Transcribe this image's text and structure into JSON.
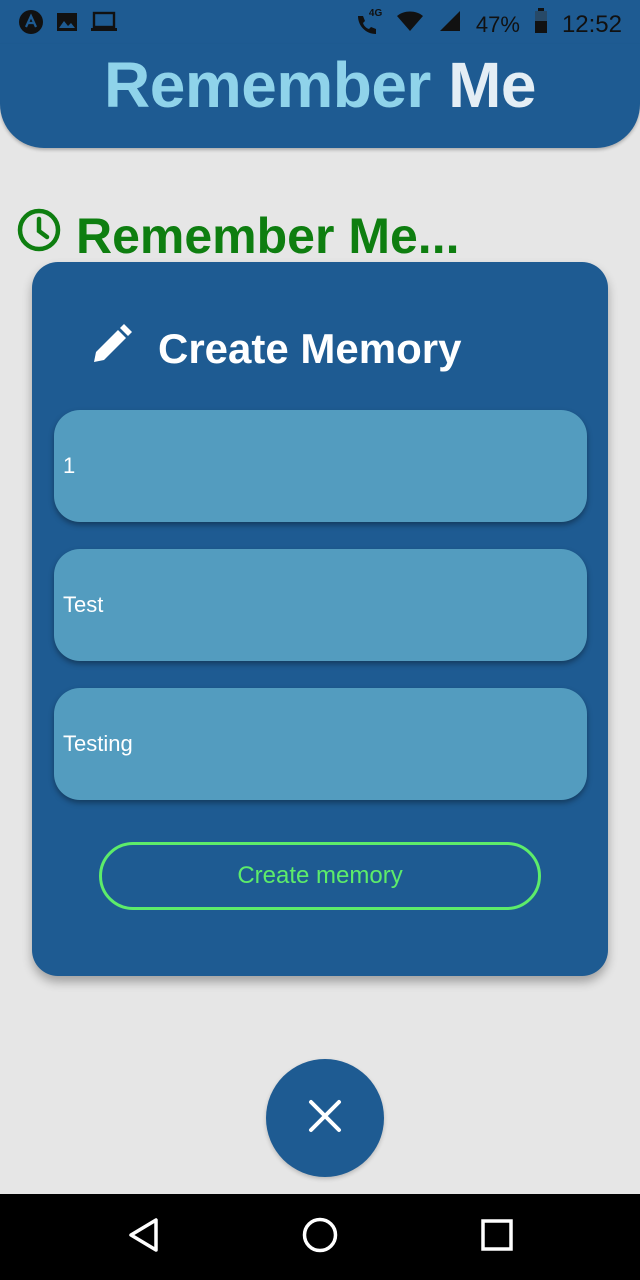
{
  "status_bar": {
    "left_icons": [
      "app-logo-icon",
      "image-icon",
      "laptop-icon"
    ],
    "network_label": "4G",
    "battery_percent": "47%",
    "time": "12:52"
  },
  "header": {
    "title_part1": "Remember",
    "title_part2": "Me"
  },
  "section": {
    "title": "Remember Me...",
    "icon": "clock-icon",
    "color": "#0e7e10"
  },
  "card": {
    "heading": "Create Memory",
    "heading_icon": "pencil-icon",
    "fields": [
      {
        "value": "1"
      },
      {
        "value": "Test"
      },
      {
        "value": "Testing"
      }
    ],
    "create_button_label": "Create memory"
  },
  "fab": {
    "icon": "close-icon"
  },
  "nav": {
    "icons": [
      "back-icon",
      "home-icon",
      "recents-icon"
    ]
  },
  "colors": {
    "primary": "#1e5b92",
    "field": "#539cbf",
    "accent": "#5dec6a",
    "background": "#e6e6e6"
  }
}
